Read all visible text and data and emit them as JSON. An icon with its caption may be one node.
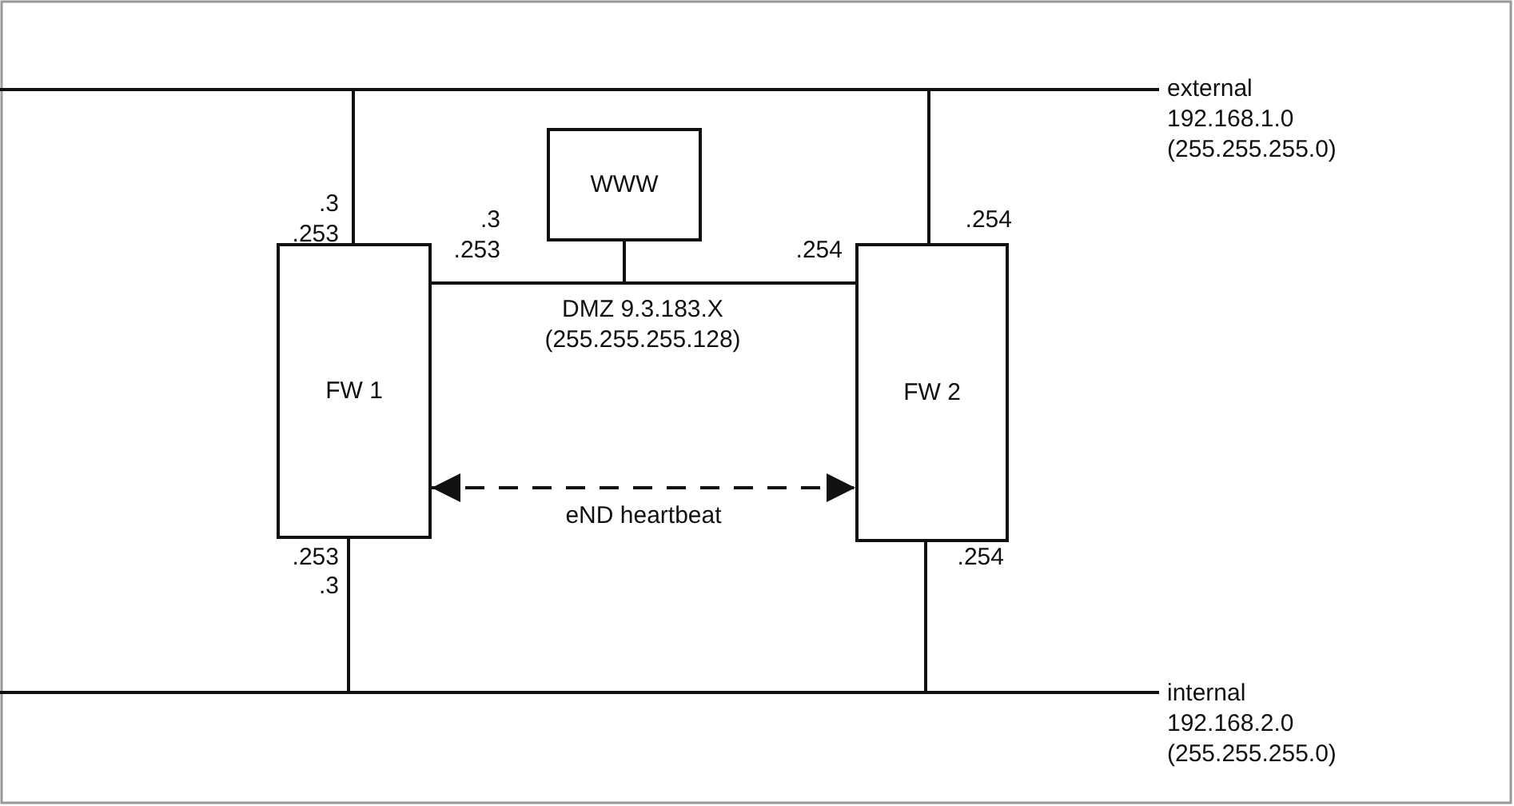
{
  "diagram": {
    "nodes": [
      {
        "text": [],
        "shape": "bar",
        "beside": [
          "external 192.168.1.0 (255.255.255.0)"
        ]
      },
      {
        "text": [
          "WWW"
        ]
      },
      {
        "text": [
          "FW 1"
        ]
      },
      {
        "text": [],
        "shape": "bar",
        "beside": [
          "DMZ 9.3.183.X (255.255.255.128)"
        ]
      },
      {
        "text": [
          "FW 2"
        ]
      },
      {
        "text": [],
        "shape": "bar",
        "beside": [
          "internal 192.168.2.0 (255.255.255.0)"
        ]
      }
    ],
    "edges": [
      {
        "from": 0,
        "to": 2,
        "arrow": "none"
      },
      {
        "from": 0,
        "to": 4,
        "arrow": "none"
      },
      {
        "from": 1,
        "to": 3,
        "arrow": "none"
      },
      {
        "from": 2,
        "to": 5,
        "arrow": "none"
      },
      {
        "from": 4,
        "to": 5,
        "arrow": "none"
      },
      {
        "from": 2,
        "to": 4,
        "arrow": "both",
        "style": "dashed",
        "label": "eND heartbeat"
      }
    ],
    "labels": [
      ".3",
      ".253",
      ".3",
      ".253",
      ".254",
      ".254",
      ".253",
      ".3",
      ".254"
    ]
  }
}
